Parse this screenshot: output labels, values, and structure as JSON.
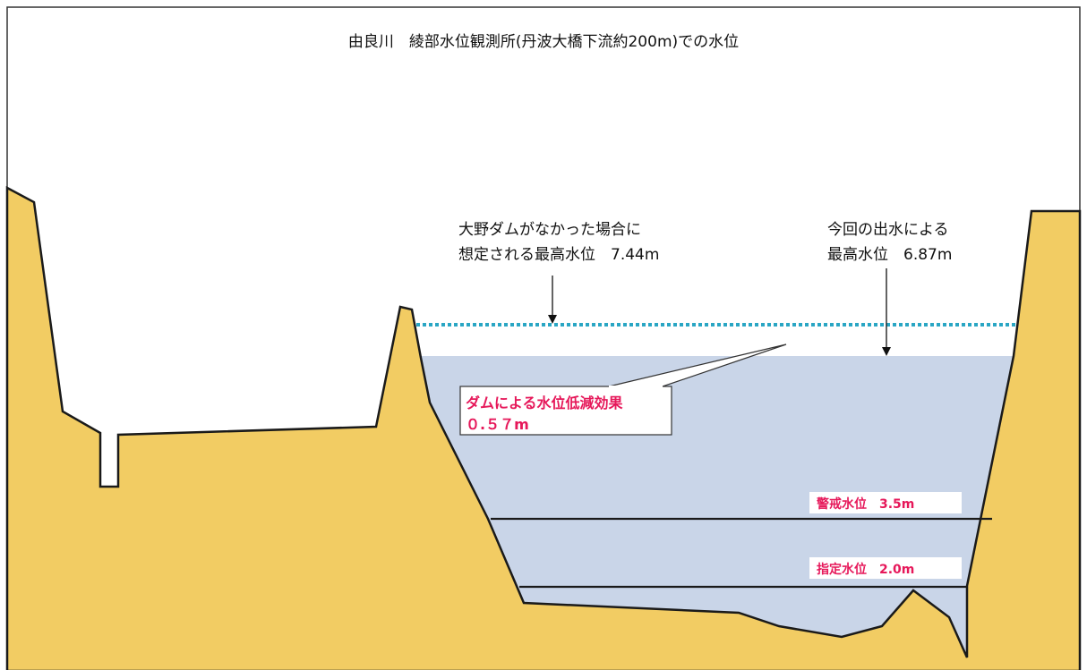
{
  "title": "由良川　綾部水位観測所(丹波大橋下流約200m)での水位",
  "annotations": {
    "no_dam_line1": "大野ダムがなかった場合に",
    "no_dam_line2": "想定される最高水位　7.44m",
    "actual_line1": "今回の出水による",
    "actual_line2": "最高水位　6.87m",
    "effect_line1": "ダムによる水位低減効果",
    "effect_line2": "０.５７m",
    "warning_level": "警戒水位　3.5m",
    "designated_level": "指定水位　2.0m"
  },
  "levels": {
    "no_dam_max_m": 7.44,
    "actual_max_m": 6.87,
    "reduction_m": 0.57,
    "warning_m": 3.5,
    "designated_m": 2.0
  },
  "colors": {
    "ground": "#f2cc63",
    "water": "#c9d5e8",
    "no_dam_line": "#2aa6c4",
    "highlight": "#e6185a",
    "outline": "#1a1a1a"
  }
}
